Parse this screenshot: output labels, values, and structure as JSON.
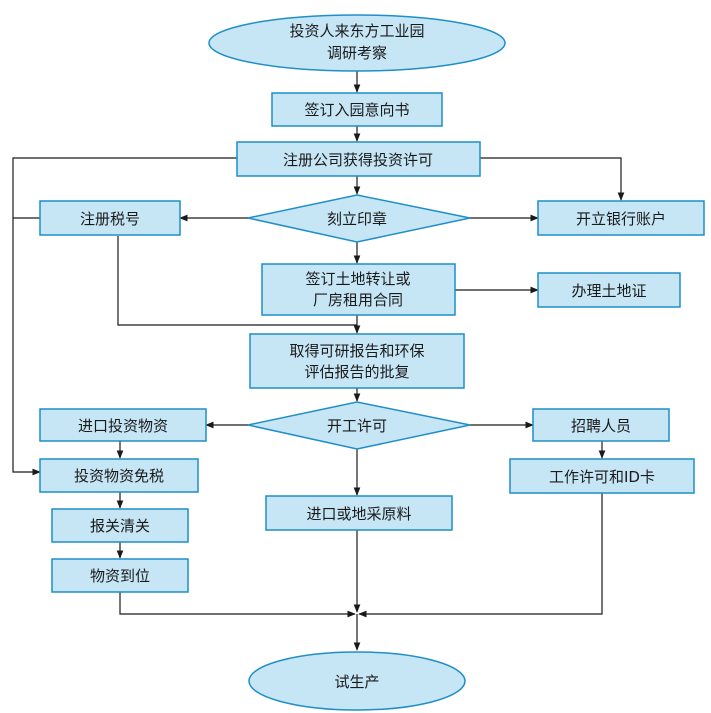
{
  "colors": {
    "fill": "#c6e6f6",
    "stroke": "#1f8fc7",
    "line": "#1a1a1a"
  },
  "nodes": {
    "start": [
      "投资人来东方工业园",
      "调研考察"
    ],
    "intent": [
      "签订入园意向书"
    ],
    "register": [
      "注册公司获得投资许可"
    ],
    "seal": [
      "刻立印章"
    ],
    "tax": [
      "注册税号"
    ],
    "bank": [
      "开立银行账户"
    ],
    "land_contract": [
      "签订土地转让或",
      "厂房租用合同"
    ],
    "land_cert": [
      "办理土地证"
    ],
    "approval": [
      "取得可研报告和环保",
      "评估报告的批复"
    ],
    "start_work": [
      "开工许可"
    ],
    "import_goods": [
      "进口投资物资"
    ],
    "tax_free": [
      "投资物资免税"
    ],
    "customs": [
      "报关清关"
    ],
    "arrival": [
      "物资到位"
    ],
    "materials": [
      "进口或地采原料"
    ],
    "recruit": [
      "招聘人员"
    ],
    "work_permit": [
      "工作许可和ID卡"
    ],
    "trial": [
      "试生产"
    ]
  }
}
